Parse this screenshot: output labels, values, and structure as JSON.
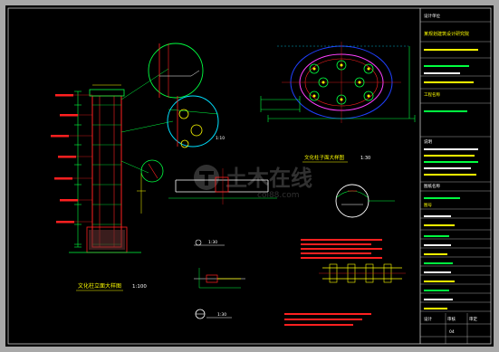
{
  "colors": {
    "background": "#000000",
    "frame": "#c8c8c8",
    "red": "#ff2020",
    "green": "#00ff40",
    "cyan": "#00e0ff",
    "yellow": "#ffff00",
    "blue": "#2040ff",
    "magenta": "#ff40ff",
    "white": "#ffffff",
    "watermark": "#5a5a5a"
  },
  "drawing": {
    "elevation_title": "文化柱立面大样图",
    "elevation_scale": "1:100",
    "plan_title": "文化柱子面大样图",
    "plan_scale": "1:30",
    "section1_scale": "1:30",
    "section2_scale": "1:30",
    "callout_scale": "1:10"
  },
  "watermark": {
    "cn": "土木在线",
    "en": "coi88.com"
  },
  "title_block": {
    "design_unit_label": "设计单位",
    "company": "某规划建筑设计研究院",
    "notes_label": "说明",
    "drawing_name_label": "图纸名称",
    "project_label": "工程名称",
    "drawing_no_label": "图号",
    "designer_label": "设计",
    "checker_label": "审核",
    "approver_label": "审定",
    "sheet_no": "04"
  }
}
